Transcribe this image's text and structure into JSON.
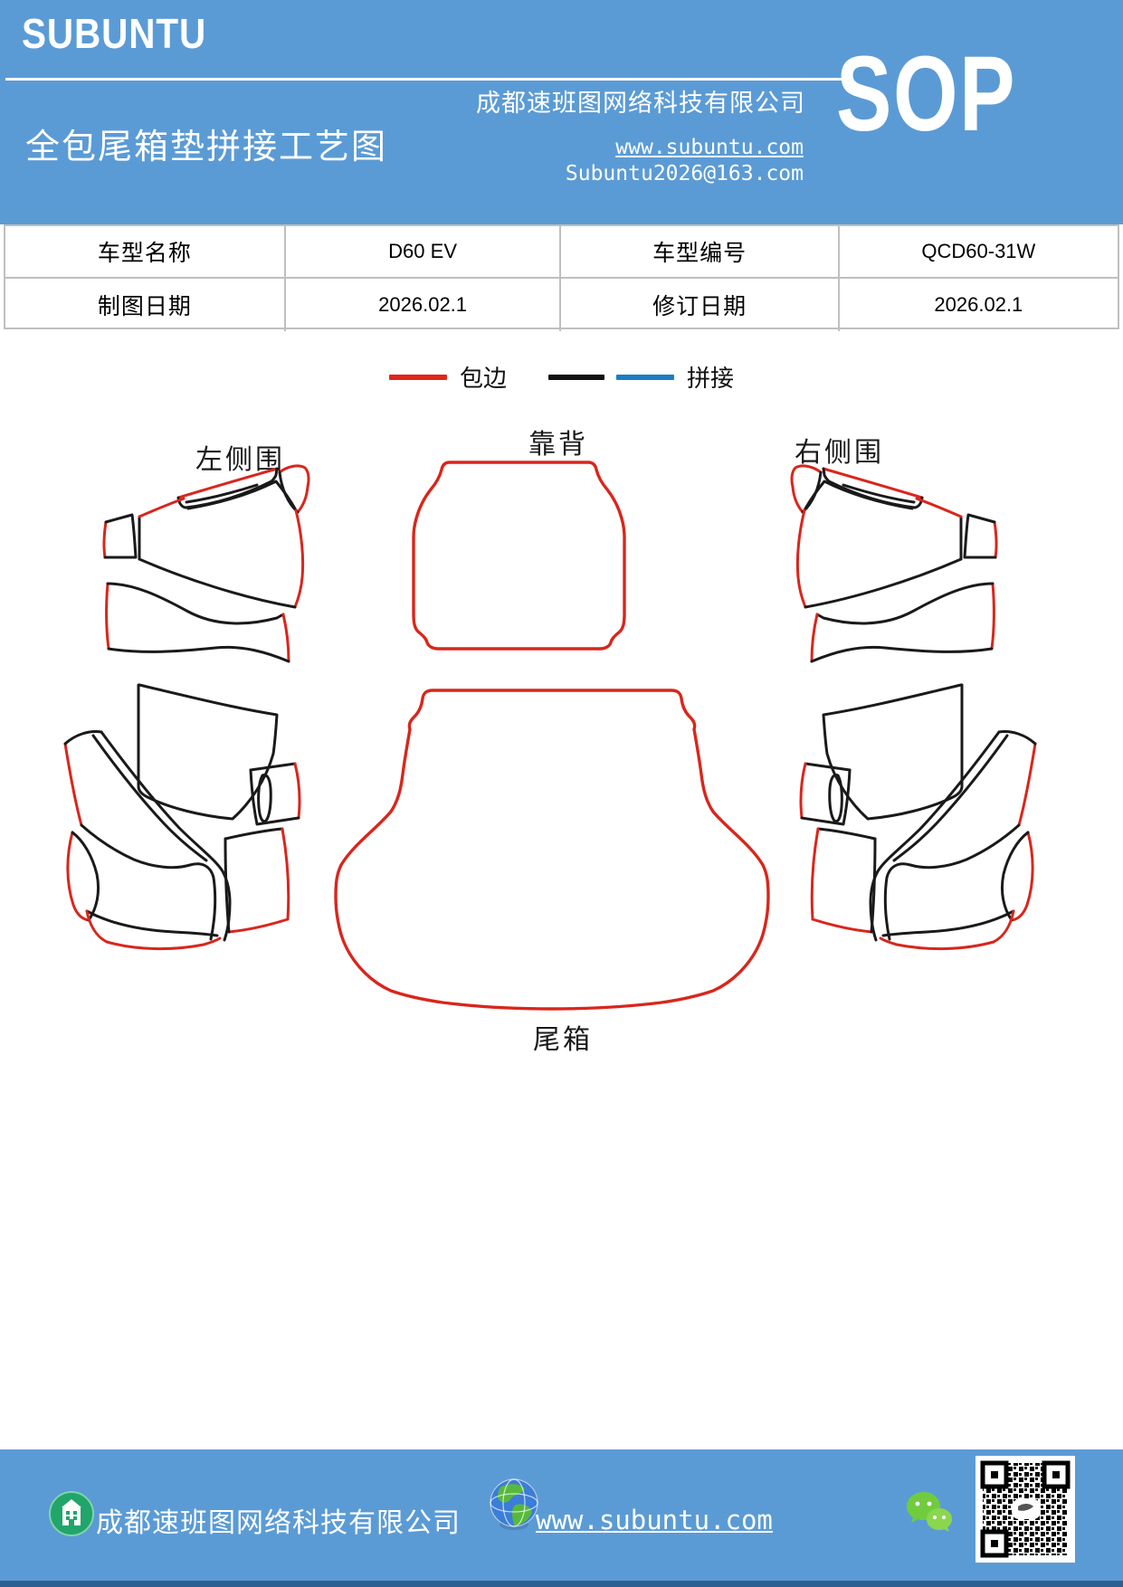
{
  "header": {
    "brand": "SUBUNTU",
    "doc_title": "全包尾箱垫拼接工艺图",
    "company": "成都速班图网络科技有限公司",
    "website": "www.subuntu.com",
    "email": "Subuntu2026@163.com",
    "sop": "SOP",
    "background_color": "#5B9BD5"
  },
  "info_table": {
    "rows": [
      [
        "车型名称",
        "D60 EV",
        "车型编号",
        "QCD60-31W"
      ],
      [
        "制图日期",
        "2026.02.1",
        "修订日期",
        "2026.02.1"
      ]
    ]
  },
  "legend": {
    "bind_label": "包边",
    "splice_label": "拼接",
    "bind_color": "#E1251B",
    "splice_black": "#111111",
    "splice_blue": "#1B7EC4"
  },
  "diagram": {
    "labels": {
      "left_side": "左侧围",
      "backrest": "靠背",
      "right_side": "右侧围",
      "trunk": "尾箱"
    },
    "outline_red": "#D9261C",
    "outline_black": "#1A1A1A"
  },
  "footer": {
    "company": "成都速班图网络科技有限公司",
    "website": "www.subuntu.com",
    "icons": [
      "building-icon",
      "globe-icon",
      "wechat-icon",
      "qr-code"
    ]
  }
}
